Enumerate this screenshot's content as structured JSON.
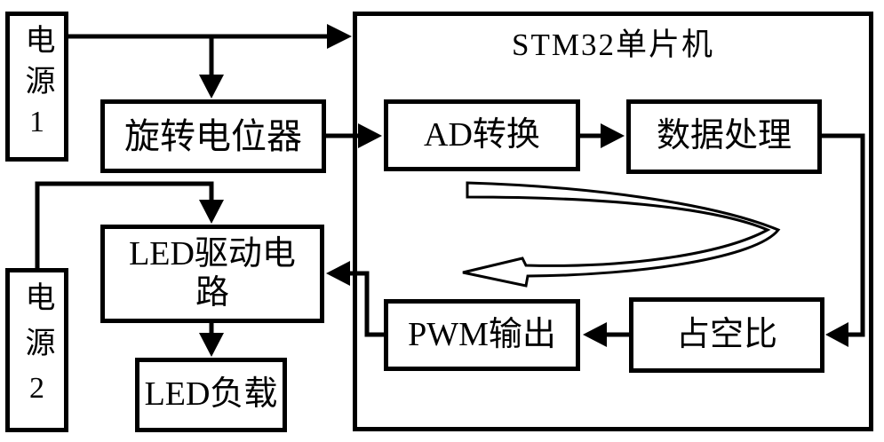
{
  "diagram": {
    "colors": {
      "background": "#ffffff",
      "line": "#000000",
      "box_fill": "#ffffff"
    },
    "nodes": {
      "power1": {
        "label": "电源1"
      },
      "potentiometer": {
        "label": "旋转电位器"
      },
      "mcu": {
        "label": "STM32单片机"
      },
      "ad_convert": {
        "label": "AD转换"
      },
      "data_process": {
        "label": "数据处理"
      },
      "duty_cycle": {
        "label": "占空比"
      },
      "pwm_output": {
        "label": "PWM输出"
      },
      "led_driver": {
        "label": "LED驱动电\n路"
      },
      "led_load": {
        "label": "LED负载"
      },
      "power2": {
        "label": "电源2"
      }
    },
    "connections": [
      {
        "from": "电源1",
        "to": "STM32单片机"
      },
      {
        "from": "电源1",
        "to": "旋转电位器"
      },
      {
        "from": "旋转电位器",
        "to": "AD转换"
      },
      {
        "from": "AD转换",
        "to": "数据处理"
      },
      {
        "from": "数据处理",
        "to": "占空比"
      },
      {
        "from": "占空比",
        "to": "PWM输出"
      },
      {
        "from": "PWM输出",
        "to": "LED驱动电路"
      },
      {
        "from": "LED驱动电路",
        "to": "LED负载"
      },
      {
        "from": "电源2",
        "to": "LED驱动电路"
      }
    ]
  }
}
